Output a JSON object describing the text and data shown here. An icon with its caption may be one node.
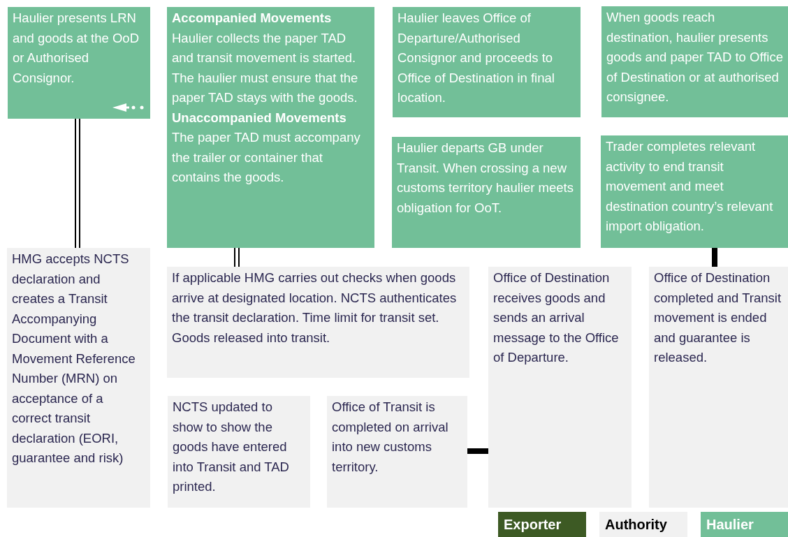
{
  "diagram": {
    "nodes": [
      {
        "text": [
          "Haulier presents LRN and goods at the OoD or Authorised Consignor."
        ]
      },
      {
        "text": [
          "**Accompanied Movements** Haulier collects the paper TAD and transit movement is started. The haulier must ensure that the paper TAD stays with the goods.",
          "**Unaccompanied Movements** The paper TAD must accompany the trailer or container that contains the goods."
        ]
      },
      {
        "text": [
          "Haulier leaves Office of Departure/Authorised Consignor and proceeds to Office of Destination in final location."
        ]
      },
      {
        "text": [
          "When goods reach destination, haulier presents goods and paper TAD to Office of Destination or at authorised consignee."
        ]
      },
      {
        "text": [
          "Haulier departs GB under Transit. When crossing a new customs territory haulier meets obligation for OoT."
        ]
      },
      {
        "text": [
          "Trader completes relevant activity to end transit movement and meet destination country’s relevant import obligation."
        ]
      },
      {
        "text": [
          "HMG accepts NCTS declaration and creates a Transit Accompanying Document with a Movement Reference Number (MRN) on acceptance of a correct transit declaration (EORI, guarantee and risk)"
        ]
      },
      {
        "text": [
          "If applicable HMG carries out checks when goods arrive at designated location. NCTS authenticates the transit declaration. Time limit for transit set. Goods released into transit."
        ]
      },
      {
        "text": [
          "NCTS updated to show to show the goods have entered into Transit and TAD printed."
        ]
      },
      {
        "text": [
          "Office of Transit is completed on arrival into new customs territory."
        ]
      },
      {
        "text": [
          "Office of Destination receives goods and sends an arrival message to the Office of Departure."
        ]
      },
      {
        "text": [
          "Office of Destination completed and Transit movement is ended and guarantee is released."
        ]
      }
    ],
    "edges": [
      {
        "from": 0,
        "to": 6,
        "arrow": "none"
      },
      {
        "from": 1,
        "to": 7,
        "arrow": "none"
      },
      {
        "from": 5,
        "to": 11,
        "arrow": "none",
        "style": "thick"
      },
      {
        "from": 9,
        "to": 10,
        "arrow": "none",
        "style": "thick"
      }
    ],
    "legend": [
      {
        "text": "Exporter",
        "color": "#3d5a24"
      },
      {
        "text": "Authority",
        "color": "#f1f1f1"
      },
      {
        "text": "Haulier",
        "color": "#72bf98"
      }
    ]
  }
}
